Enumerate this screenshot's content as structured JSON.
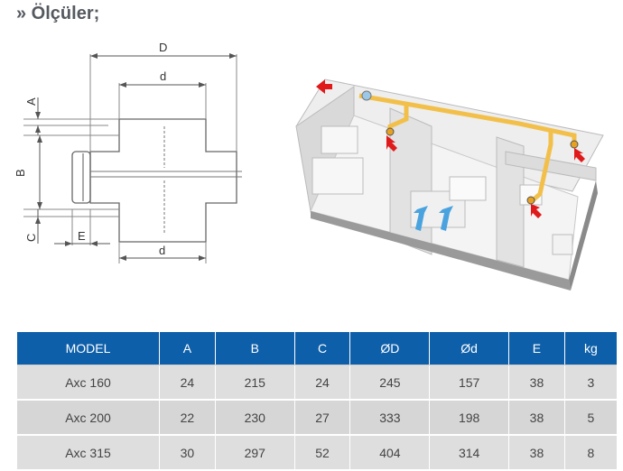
{
  "title": "» Ölçüler;",
  "dimension_labels": {
    "D": "D",
    "d_top": "d",
    "d_bottom": "d",
    "A": "A",
    "B": "B",
    "C": "C",
    "E": "E"
  },
  "table": {
    "headers": [
      "MODEL",
      "A",
      "B",
      "C",
      "ØD",
      "Ød",
      "E",
      "kg"
    ],
    "rows": [
      [
        "Axc 160",
        "24",
        "215",
        "24",
        "245",
        "157",
        "38",
        "3"
      ],
      [
        "Axc 200",
        "22",
        "230",
        "27",
        "333",
        "198",
        "38",
        "5"
      ],
      [
        "Axc 315",
        "30",
        "297",
        "52",
        "404",
        "314",
        "38",
        "8"
      ]
    ]
  },
  "colors": {
    "header_blue": "#0e5fa9",
    "row_gray": "#dedede",
    "duct_yellow": "#f2c04a",
    "arrow_red": "#e01a1a",
    "arrow_blue": "#4aa3df"
  }
}
